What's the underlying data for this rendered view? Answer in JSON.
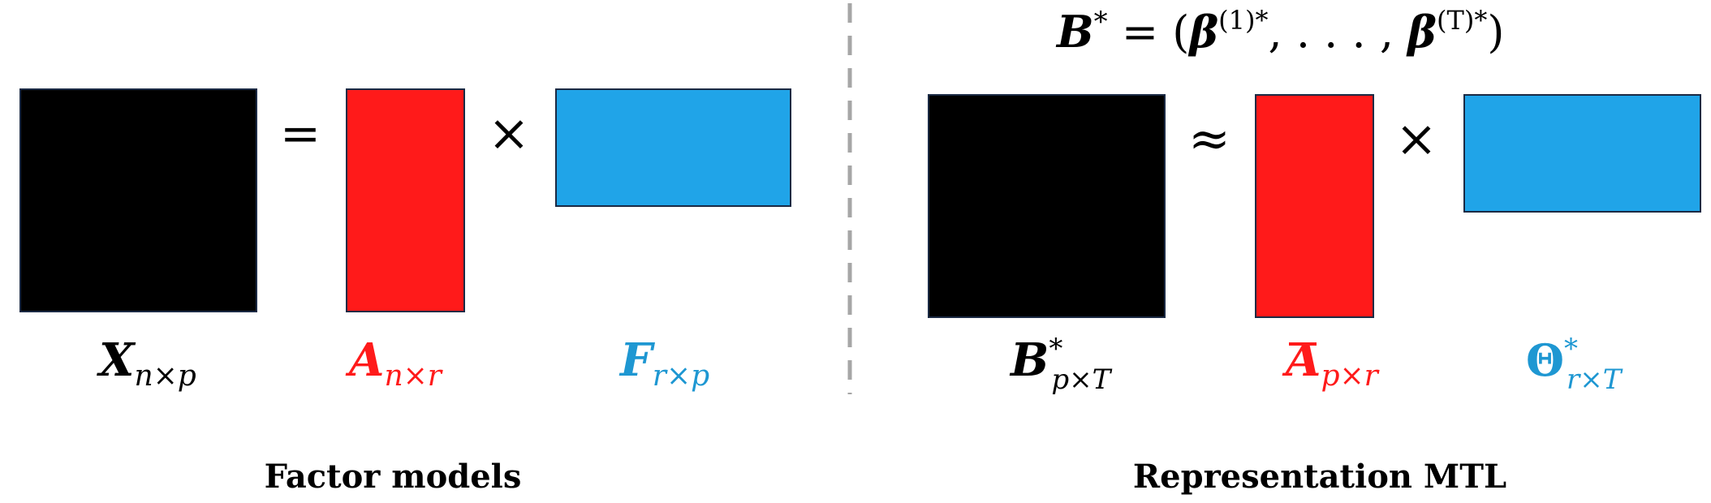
{
  "colors": {
    "black_block": "#000000",
    "red_block": "#ff1a1a",
    "blue_block": "#20a4e8",
    "red_label": "#ff1a1a",
    "blue_label": "#1e97d2",
    "divider": "#a6a6a6"
  },
  "left_panel": {
    "caption": "Factor models",
    "operators": {
      "equals": "=",
      "times": "×"
    },
    "labels": {
      "x_main": "X",
      "x_sub": "n×p",
      "a_main": "A",
      "a_sub": "n×r",
      "f_main": "F",
      "f_sub": "r×p"
    }
  },
  "right_panel": {
    "caption": "Representation MTL",
    "top_equation": {
      "lhs": "B",
      "lhs_sup": "*",
      "eq": " = (",
      "beta1": "β",
      "beta1_sup": "(1)*",
      "mid": ", . . . , ",
      "betaT": "β",
      "betaT_sup": "(T)*",
      "close": ")"
    },
    "operators": {
      "approx": "≈",
      "times": "×"
    },
    "labels": {
      "b_main": "B",
      "b_sup": "*",
      "b_sub": "p×T",
      "a_main": "A",
      "a_sub": "p×r",
      "theta_main": "Θ",
      "theta_sup": "*",
      "theta_sub": "r×T"
    }
  }
}
